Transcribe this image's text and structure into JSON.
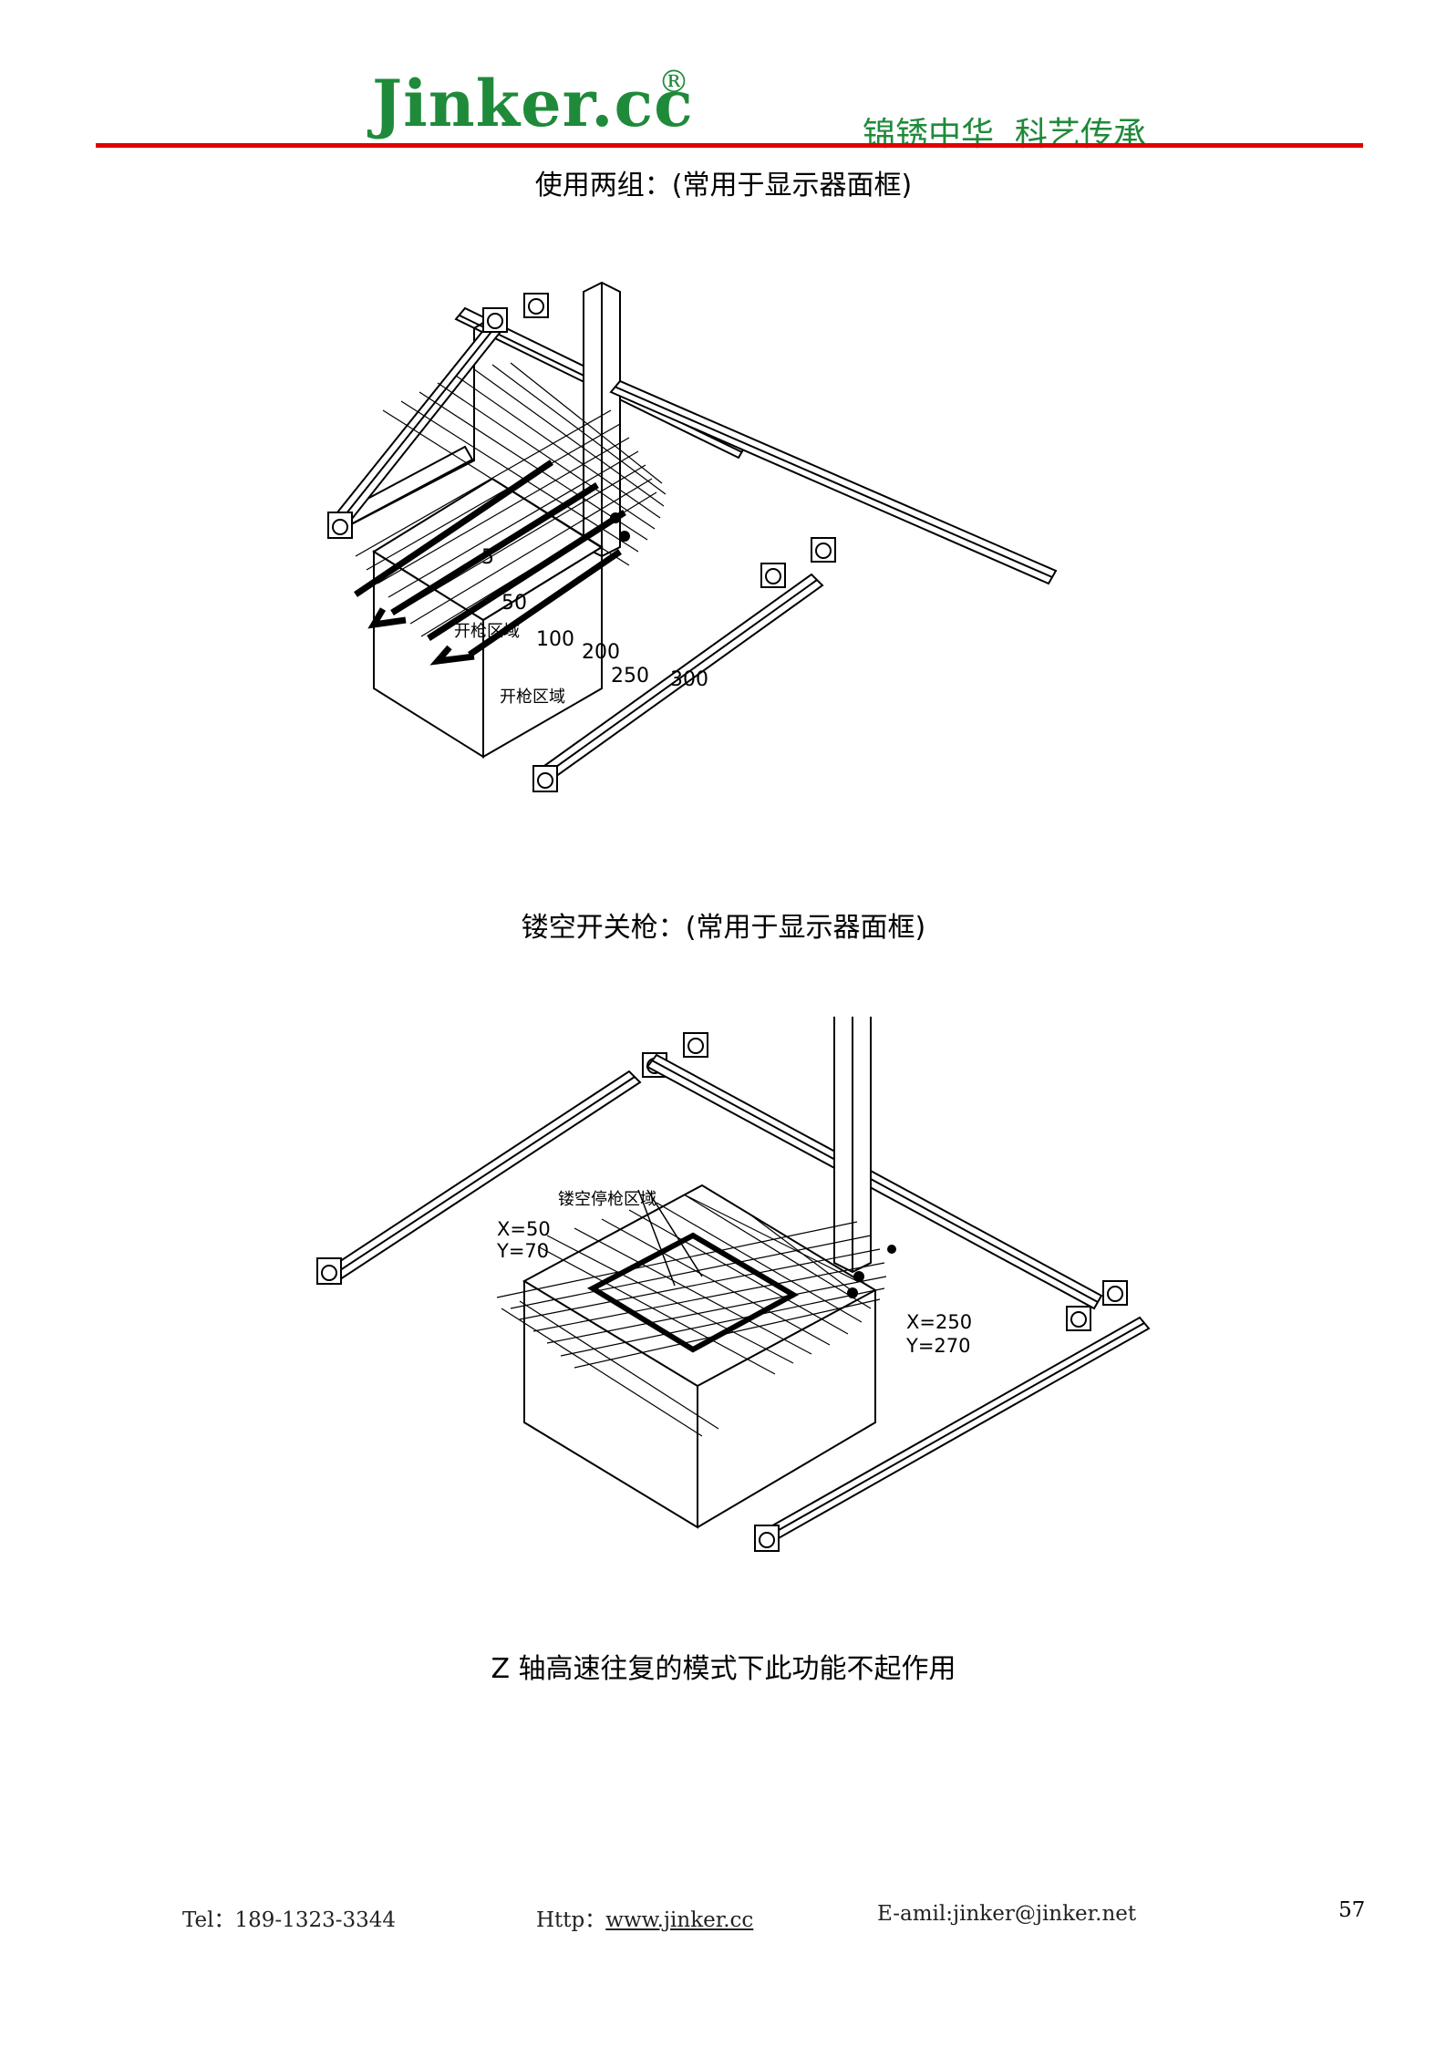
{
  "header": {
    "logo": "Jinker.cc",
    "registered": "®",
    "slogan": "锦锈中华  科艺传承"
  },
  "section1": {
    "caption": "使用两组：(常用于显示器面框)",
    "labels": {
      "five": "5",
      "fifty": "50",
      "zone_a": "开枪区域",
      "hundred": "100",
      "two_hundred": "200",
      "two_fifty": "250",
      "three_hundred": "300",
      "zone_b": "开枪区域"
    }
  },
  "section2": {
    "caption": "镂空开关枪：(常用于显示器面框)",
    "labels": {
      "zone": "镂空停枪区域",
      "x1": "X=50",
      "y1": "Y=70",
      "x2": "X=250",
      "y2": "Y=270"
    }
  },
  "note": "Z 轴高速往复的模式下此功能不起作用",
  "footer": {
    "tel": "Tel：189-1323-3344",
    "http_label": "Http：",
    "http_link": "www.jinker.cc",
    "email": "E-amil:jinker@jinker.net",
    "page": "57"
  },
  "colors": {
    "brand_green": "#1f8a3a",
    "rule_red": "#e00000"
  }
}
